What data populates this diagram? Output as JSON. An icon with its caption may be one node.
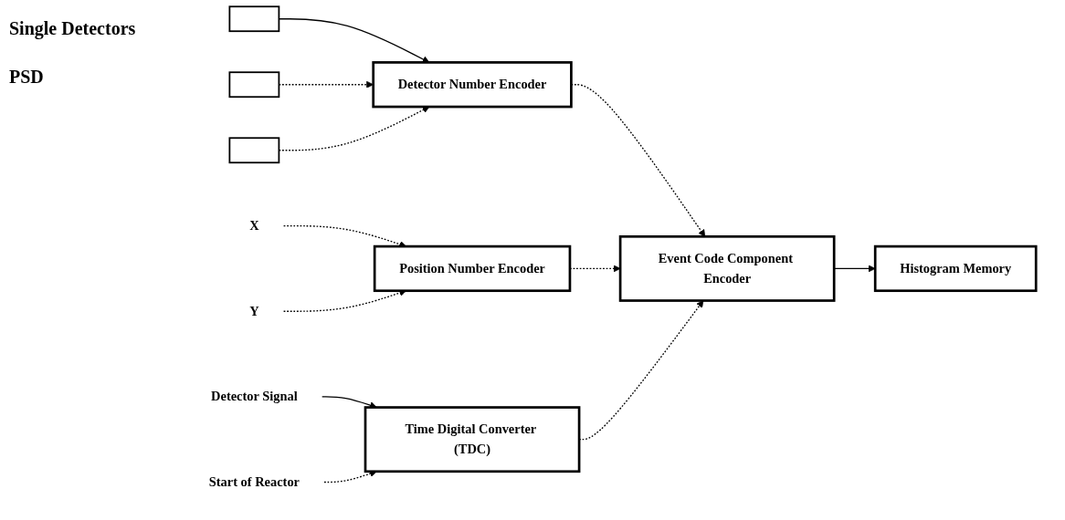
{
  "diagram": {
    "nodes": [
      {
        "text": [],
        "shape": "box"
      },
      {
        "text": [],
        "shape": "box"
      },
      {
        "text": [],
        "shape": "box"
      },
      {
        "text": [
          "Detector Number Encoder"
        ]
      },
      {
        "text": [
          "X"
        ]
      },
      {
        "text": [
          "Y"
        ]
      },
      {
        "text": [
          "Position Number Encoder"
        ]
      },
      {
        "text": [
          "Detector Signal"
        ]
      },
      {
        "text": [
          "Time Digital Converter (TDC)"
        ]
      },
      {
        "text": [
          "Start of Reactor"
        ]
      },
      {
        "text": [
          "Event Code Component Encoder"
        ]
      },
      {
        "text": [
          "Histogram Memory"
        ]
      }
    ],
    "edges": [
      {
        "from": 0,
        "to": 3,
        "arrow": "to"
      },
      {
        "from": 1,
        "to": 3,
        "arrow": "to",
        "style": "dashed"
      },
      {
        "from": 2,
        "to": 3,
        "arrow": "to",
        "style": "dashed"
      },
      {
        "from": 4,
        "to": 6,
        "arrow": "to",
        "style": "dashed"
      },
      {
        "from": 5,
        "to": 6,
        "arrow": "to",
        "style": "dashed"
      },
      {
        "from": 7,
        "to": 8,
        "arrow": "to"
      },
      {
        "from": 9,
        "to": 8,
        "arrow": "to",
        "style": "dashed"
      },
      {
        "from": 3,
        "to": 10,
        "arrow": "to",
        "style": "dashed"
      },
      {
        "from": 6,
        "to": 10,
        "arrow": "to",
        "style": "dashed"
      },
      {
        "from": 8,
        "to": 10,
        "arrow": "to",
        "style": "dashed"
      },
      {
        "from": 10,
        "to": 11,
        "arrow": "to"
      }
    ],
    "labels": [
      "Single Detectors",
      "PSD"
    ]
  }
}
